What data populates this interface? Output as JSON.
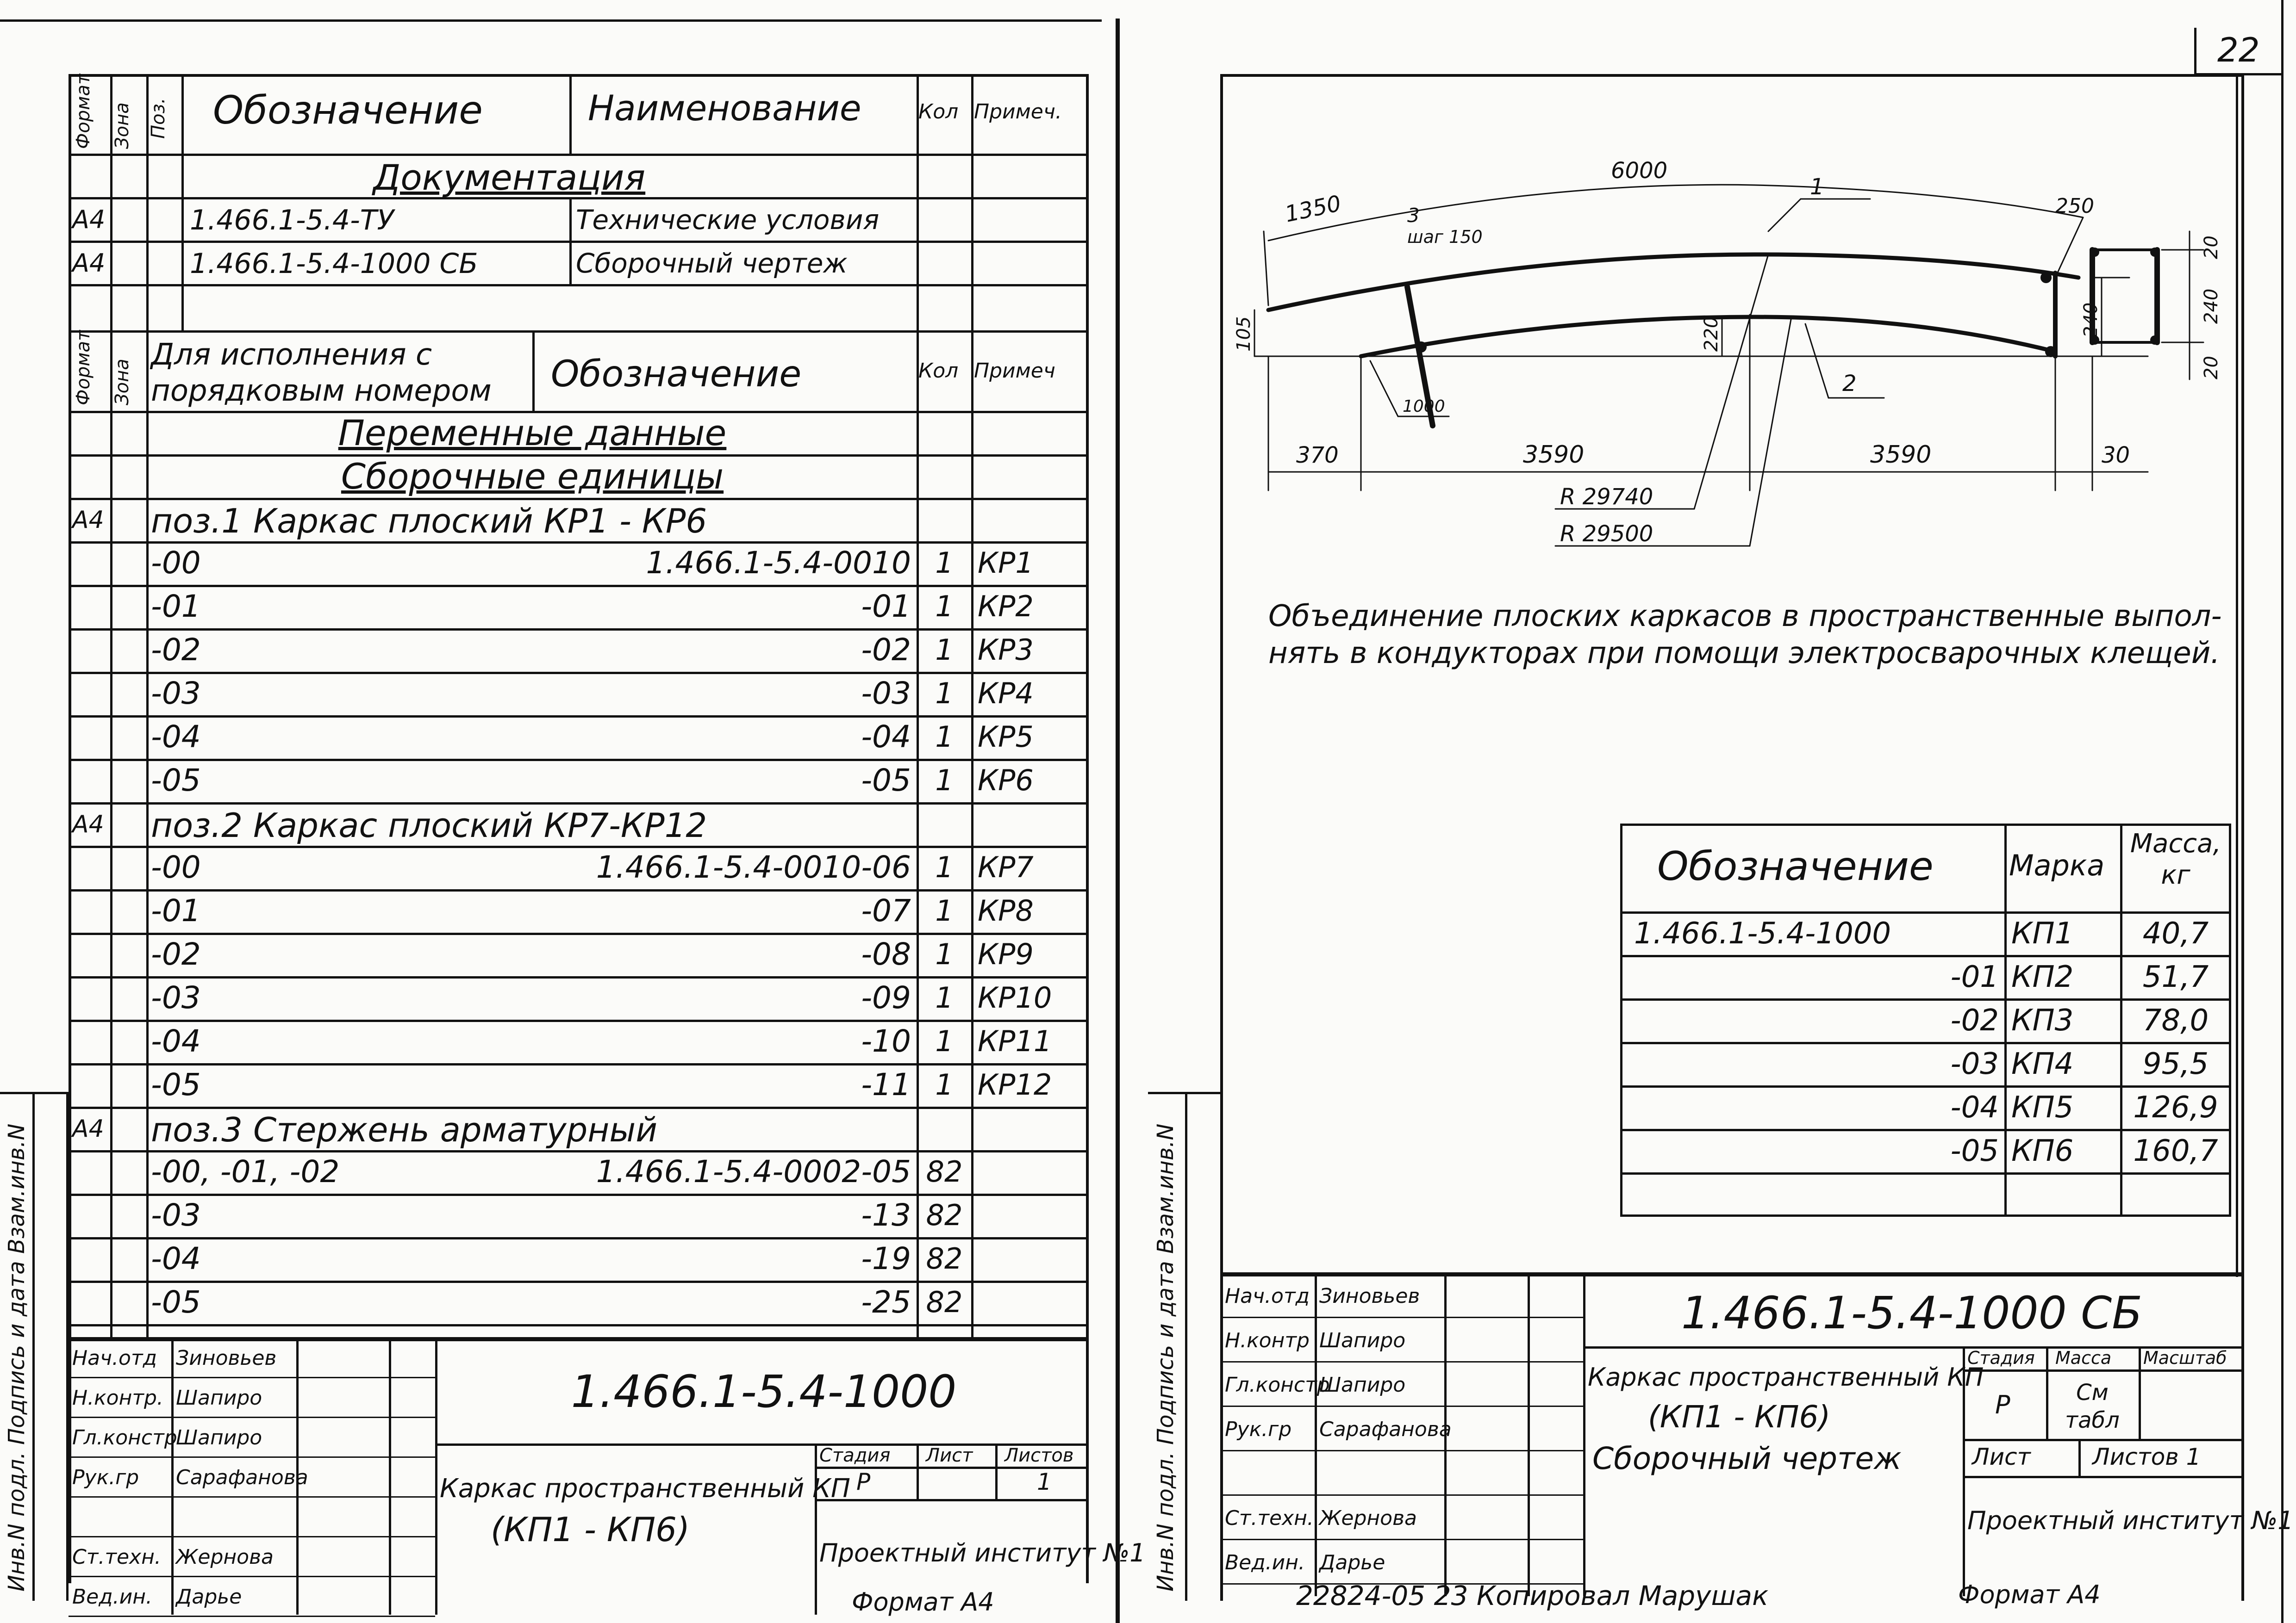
{
  "page": {
    "number": "22",
    "copy_note": "22824-05 23 Копировал Марушак",
    "format_note_left": "Формат А4",
    "format_note_right": "Формат А4"
  },
  "left_sheet": {
    "head1": {
      "format": "Формат",
      "zone": "Зона",
      "pos": "Поз.",
      "oboz": "Обозначение",
      "naim": "Наименование",
      "kol": "Кол",
      "prim": "Примеч."
    },
    "section_doc": "Документация",
    "doc_rows": [
      {
        "format": "А4",
        "oboz": "1.466.1-5.4-ТУ",
        "naim": "Технические условия"
      },
      {
        "format": "А4",
        "oboz": "1.466.1-5.4-1000 СБ",
        "naim": "Сборочный чертеж"
      }
    ],
    "head2": {
      "format": "Формат",
      "zone": "Зона",
      "isp": "Для исполнения с порядковым номером",
      "oboz": "Обозначение",
      "kol": "Кол",
      "prim": "Примеч"
    },
    "section_var": "Переменные данные",
    "section_asm": "Сборочные единицы",
    "rows": [
      {
        "format": "А4",
        "name": "поз.1 Каркас плоский КР1 - КР6",
        "oboz": "",
        "kol": "",
        "prim": ""
      },
      {
        "format": "",
        "name": "-00",
        "oboz": "1.466.1-5.4-0010",
        "kol": "1",
        "prim": "КР1"
      },
      {
        "format": "",
        "name": "-01",
        "oboz": "-01",
        "kol": "1",
        "prim": "КР2"
      },
      {
        "format": "",
        "name": "-02",
        "oboz": "-02",
        "kol": "1",
        "prim": "КР3"
      },
      {
        "format": "",
        "name": "-03",
        "oboz": "-03",
        "kol": "1",
        "prim": "КР4"
      },
      {
        "format": "",
        "name": "-04",
        "oboz": "-04",
        "kol": "1",
        "prim": "КР5"
      },
      {
        "format": "",
        "name": "-05",
        "oboz": "-05",
        "kol": "1",
        "prim": "КР6"
      },
      {
        "format": "А4",
        "name": "поз.2 Каркас плоский КР7-КР12",
        "oboz": "",
        "kol": "",
        "prim": ""
      },
      {
        "format": "",
        "name": "-00",
        "oboz": "1.466.1-5.4-0010-06",
        "kol": "1",
        "prim": "КР7"
      },
      {
        "format": "",
        "name": "-01",
        "oboz": "-07",
        "kol": "1",
        "prim": "КР8"
      },
      {
        "format": "",
        "name": "-02",
        "oboz": "-08",
        "kol": "1",
        "prim": "КР9"
      },
      {
        "format": "",
        "name": "-03",
        "oboz": "-09",
        "kol": "1",
        "prim": "КР10"
      },
      {
        "format": "",
        "name": "-04",
        "oboz": "-10",
        "kol": "1",
        "prim": "КР11"
      },
      {
        "format": "",
        "name": "-05",
        "oboz": "-11",
        "kol": "1",
        "prim": "КР12"
      },
      {
        "format": "А4",
        "name": "поз.3 Стержень арматурный",
        "oboz": "",
        "kol": "",
        "prim": ""
      },
      {
        "format": "",
        "name": "-00, -01, -02",
        "oboz": "1.466.1-5.4-0002-05",
        "kol": "82",
        "prim": ""
      },
      {
        "format": "",
        "name": "-03",
        "oboz": "-13",
        "kol": "82",
        "prim": ""
      },
      {
        "format": "",
        "name": "-04",
        "oboz": "-19",
        "kol": "82",
        "prim": ""
      },
      {
        "format": "",
        "name": "-05",
        "oboz": "-25",
        "kol": "82",
        "prim": ""
      }
    ],
    "side_labels": "Инв.N подл. Подпись и дата Взам.инв.N",
    "title_block": {
      "code": "1.466.1-5.4-1000",
      "name_line1": "Каркас пространственный КП",
      "name_line2": "(КП1 - КП6)",
      "stage_label": "Стадия",
      "sheet_label": "Лист",
      "sheets_label": "Листов",
      "stage": "Р",
      "sheets": "1",
      "org": "Проектный институт №1",
      "people": [
        {
          "role": "Нач.отд",
          "name": "Зиновьев"
        },
        {
          "role": "Н.контр.",
          "name": "Шапиро"
        },
        {
          "role": "Гл.констр",
          "name": "Шапиро"
        },
        {
          "role": "Рук.гр",
          "name": "Сарафанова"
        },
        {
          "role": "",
          "name": ""
        },
        {
          "role": "Ст.техн.",
          "name": "Жернова"
        },
        {
          "role": "Вед.ин.",
          "name": "Дарье"
        }
      ]
    }
  },
  "right_sheet": {
    "drawing": {
      "dims": {
        "total": "6000",
        "left_end": "1350",
        "right_end": "250",
        "pitch": "3",
        "pitch_note": "шаг 150",
        "h_end": "105",
        "h_mid": "220",
        "h_right": "240",
        "bottom_left": "370",
        "bottom_mid1": "3590",
        "bottom_mid2": "3590",
        "bottom_right": "30",
        "slant": "1000",
        "r1": "R 29740",
        "r2": "R 29500",
        "pos1": "1",
        "pos2": "2",
        "sec_top": "20",
        "sec_mid": "240",
        "sec_bot": "20"
      }
    },
    "note_line1": "Объединение плоских каркасов в пространственные выпол-",
    "note_line2": "нять в кондукторах при помощи электросварочных клещей.",
    "mass_table": {
      "h_oboz": "Обозначение",
      "h_mark": "Марка",
      "h_mass": "Масса, кг",
      "rows": [
        {
          "oboz": "1.466.1-5.4-1000",
          "mark": "КП1",
          "mass": "40,7"
        },
        {
          "oboz": "-01",
          "mark": "КП2",
          "mass": "51,7"
        },
        {
          "oboz": "-02",
          "mark": "КП3",
          "mass": "78,0"
        },
        {
          "oboz": "-03",
          "mark": "КП4",
          "mass": "95,5"
        },
        {
          "oboz": "-04",
          "mark": "КП5",
          "mass": "126,9"
        },
        {
          "oboz": "-05",
          "mark": "КП6",
          "mass": "160,7"
        }
      ]
    },
    "side_labels": "Инв.N подл. Подпись и дата Взам.инв.N",
    "title_block": {
      "code": "1.466.1-5.4-1000 СБ",
      "name_line1": "Каркас пространственный КП",
      "name_line2": "(КП1 - КП6)",
      "name_line3": "Сборочный чертеж",
      "stage_label": "Стадия",
      "mass_label": "Масса",
      "scale_label": "Масштаб",
      "stage": "Р",
      "mass_value": "См табл",
      "sheet_label": "Лист",
      "sheets_label": "Листов 1",
      "org": "Проектный институт №1",
      "people": [
        {
          "role": "Нач.отд",
          "name": "Зиновьев"
        },
        {
          "role": "Н.контр",
          "name": "Шапиро"
        },
        {
          "role": "Гл.констр",
          "name": "Шапиро"
        },
        {
          "role": "Рук.гр",
          "name": "Сарафанова"
        },
        {
          "role": "",
          "name": ""
        },
        {
          "role": "Ст.техн.",
          "name": "Жернова"
        },
        {
          "role": "Вед.ин.",
          "name": "Дарье"
        }
      ]
    }
  }
}
